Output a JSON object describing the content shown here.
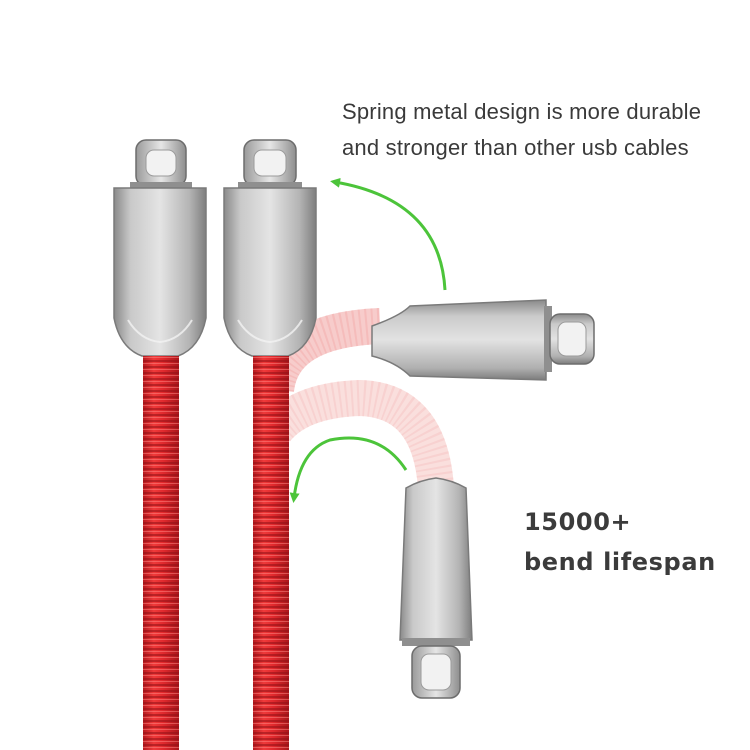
{
  "caption": {
    "line1": "Spring metal design is more durable",
    "line2": "and stronger than other usb cables"
  },
  "stat": {
    "value": "15000+",
    "label": "bend lifespan"
  },
  "colors": {
    "cable_red": "#d8242a",
    "cable_pink_light": "#f6c6c3",
    "metal": "#bdbdbd",
    "arrow_green": "#4cc43a"
  }
}
